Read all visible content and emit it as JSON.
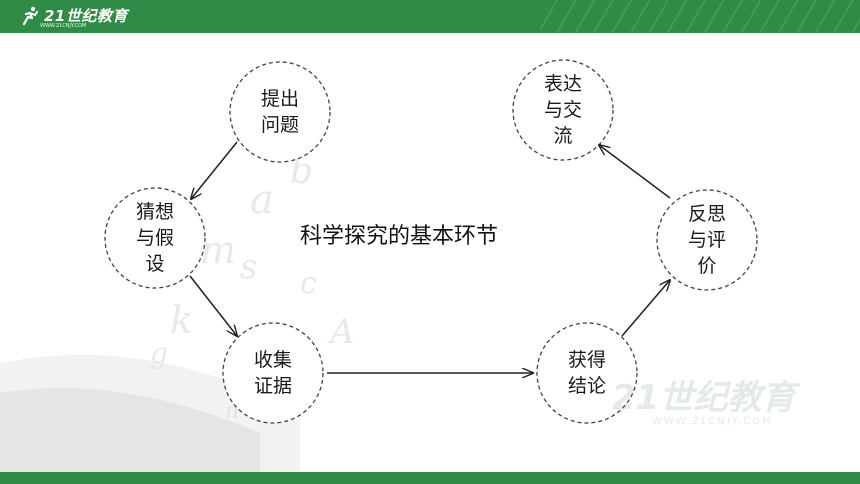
{
  "header": {
    "logo_text": "21世纪教育",
    "logo_sub": "WWW.21CNJY.COM"
  },
  "diagram": {
    "title": "科学探究的基本环节",
    "nodes": [
      {
        "id": "ask",
        "lines": [
          "提出",
          "问题"
        ]
      },
      {
        "id": "hypothesize",
        "lines": [
          "猜想",
          "与假",
          "设"
        ]
      },
      {
        "id": "collect",
        "lines": [
          "收集",
          "证据"
        ]
      },
      {
        "id": "conclude",
        "lines": [
          "获得",
          "结论"
        ]
      },
      {
        "id": "reflect",
        "lines": [
          "反思",
          "与评",
          "价"
        ]
      },
      {
        "id": "communicate",
        "lines": [
          "表达",
          "与交",
          "流"
        ]
      }
    ],
    "flow": [
      "ask",
      "hypothesize",
      "collect",
      "conclude",
      "reflect",
      "communicate"
    ]
  },
  "watermark": {
    "text": "21世纪教育",
    "sub": "WWW.21CNJY.COM"
  },
  "colors": {
    "brand_green": "#2f8b45",
    "node_border": "#444444",
    "arrow": "#222222"
  }
}
